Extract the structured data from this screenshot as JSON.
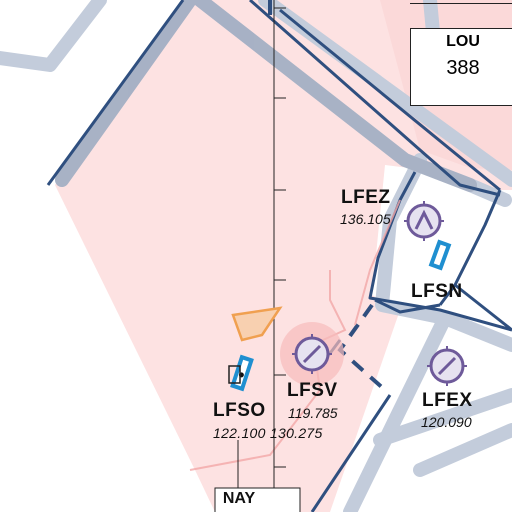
{
  "map": {
    "colors": {
      "airspace_fill": "#fde2e2",
      "boundary_dark": "#2f4f7f",
      "boundary_halo": "#c3ccdb",
      "airport_symbol": "#6e5a9a",
      "runway": "#1f8fd0",
      "obstacle_area": "#f0a050",
      "meridian": "#222222"
    },
    "airports": [
      {
        "icao": "LFEZ",
        "freq": "136.105",
        "icon": "airport-military-icon"
      },
      {
        "icao": "LFSN",
        "freq": "",
        "icon": "runway-icon"
      },
      {
        "icao": "LFSV",
        "freq": "119.785",
        "icon": "airport-icon"
      },
      {
        "icao": "LFSO",
        "freq": "122.100 130.275",
        "icon": "runway-icon"
      },
      {
        "icao": "LFEX",
        "freq": "120.090",
        "icon": "airport-icon"
      }
    ],
    "navaids": [
      {
        "ident": "LOU",
        "freq": "388",
        "icon": "ndb-icon"
      },
      {
        "ident": "NAY",
        "freq": "",
        "icon": "ndb-icon"
      }
    ]
  }
}
